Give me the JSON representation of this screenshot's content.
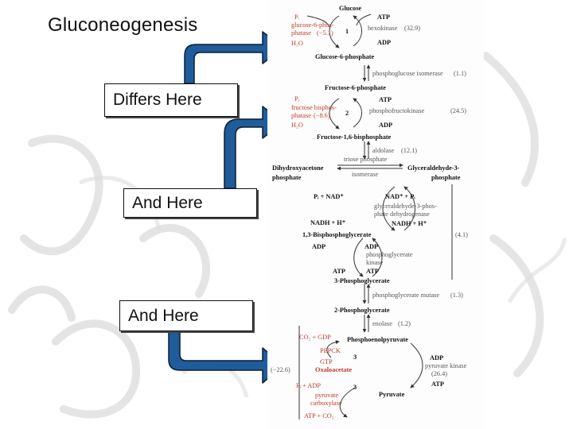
{
  "slide": {
    "title": "Gluconeogenesis",
    "label_differs": "Differs Here",
    "label_and_1": "And Here",
    "label_and_2": "And Here"
  },
  "colors": {
    "arrow_fill": "#1f5c99",
    "arrow_stroke": "#0b1e33",
    "bypass_red": "#c0392b"
  },
  "pathway": {
    "glucose": "Glucose",
    "pi_1": "Pᵢ",
    "g6pase_1": "glucose-6-phos-",
    "g6pase_2": "phatase",
    "g6pase_dg": "(−5.1)",
    "h2o_1": "H₂O",
    "num_1": "1",
    "atp_1": "ATP",
    "hexokinase": "hexokinase",
    "hexokinase_dg": "(32.9)",
    "adp_1": "ADP",
    "g6p": "Glucose-6-phosphate",
    "pgi": "phosphoglucose isomerase",
    "pgi_dg": "(1.1)",
    "f6p": "Fructose-6-phosphate",
    "pi_2": "Pᵢ",
    "fbpase_1": "fructose bisphos-",
    "fbpase_2": "phatase",
    "fbpase_dg": "(−8.6)",
    "h2o_2": "H₂O",
    "num_2": "2",
    "atp_2": "ATP",
    "pfk": "phosphofructokinase",
    "pfk_dg": "(24.5)",
    "adp_2": "ADP",
    "f16bp": "Fructose-1,6-bisphosphate",
    "aldolase": "aldolase",
    "aldolase_dg": "(12.1)",
    "tpi_1": "triose phosphate",
    "tpi_2": "isomerase",
    "dhap_1": "Dihydroxyacetone",
    "dhap_2": "phosphate",
    "gap_1": "Glyceraldehyde-3-",
    "gap_2": "phosphate",
    "pi_nad": "Pᵢ + NAD⁺",
    "nad_pi": "NAD⁺ + Pᵢ",
    "gapdh_1": "glyceraldehyde-3-phos-",
    "gapdh_2": "phate dehydrogenase",
    "nadh_l": "NADH + H⁺",
    "nadh_r": "NADH + H⁺",
    "bpg": "1,3-Bisphosphoglycerate",
    "span_dg": "(4.1)",
    "adp_3": "ADP",
    "adp_4": "ADP",
    "pgk_1": "phosphoglycerate",
    "pgk_2": "kinase",
    "atp_3": "ATP",
    "atp_4": "ATP",
    "pg3": "3-Phosphoglycerate",
    "pgm": "phosphoglycerate mutase",
    "pgm_dg": "(1.3)",
    "pg2": "2-Phosphoglycerate",
    "enolase": "enolase",
    "enolase_dg": "(1.2)",
    "co2_gdp": "CO₂ + GDP",
    "pep": "Phosphoenolpyruvate",
    "pepck": "PEPCK",
    "num_3a": "3",
    "gtp": "GTP",
    "adp_5": "ADP",
    "pk": "pyruvate kinase",
    "pk_dg": "(26.4)",
    "big_dg": "(−22.6)",
    "oaa": "Oxaloacetate",
    "pi_adp": "Pᵢ + ADP",
    "num_3b": "3",
    "pc_1": "pyruvate",
    "pc_2": "carboxylase",
    "atp_5": "ATP",
    "pyruvate": "Pyruvate",
    "atp_co2": "ATP + CO₂"
  }
}
